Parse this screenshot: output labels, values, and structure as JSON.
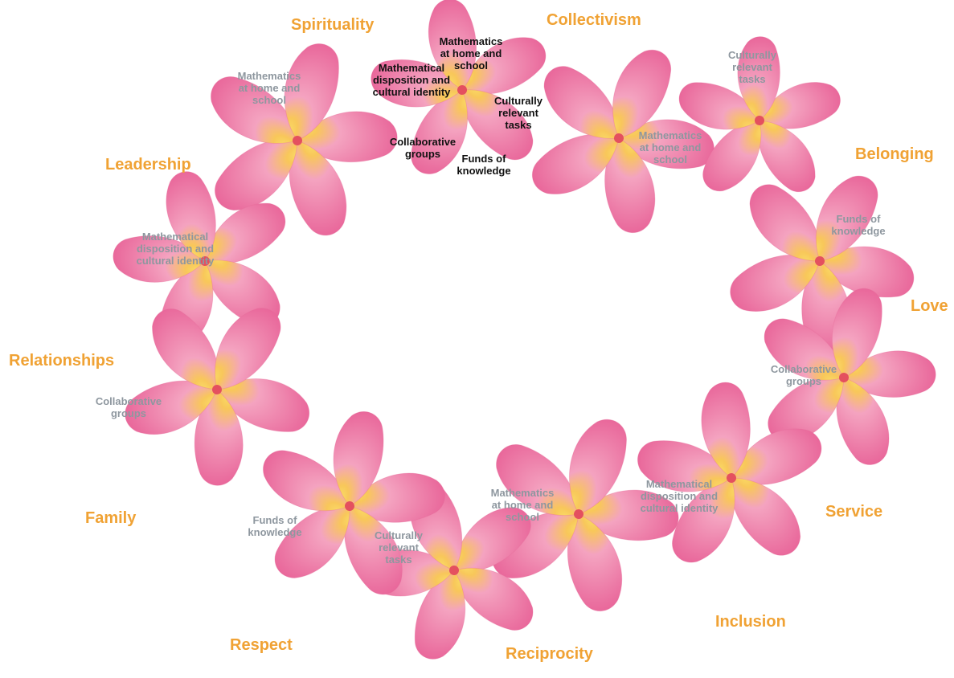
{
  "colors": {
    "value_text": "#f0a234",
    "flower_label": "#8e979f",
    "flower_label_dark": "#111111",
    "petal": "#ee8aae",
    "petal_center": "#f7d04e"
  },
  "values": {
    "spirituality": "Spirituality",
    "collectivism": "Collectivism",
    "belonging": "Belonging",
    "leadership": "Leadership",
    "love": "Love",
    "relationships": "Relationships",
    "service": "Service",
    "family": "Family",
    "inclusion": "Inclusion",
    "respect": "Respect",
    "reciprocity": "Reciprocity"
  },
  "flowers": {
    "f1": "Mathematics\nat home and\nschool",
    "f2a": "Mathematics\nat home and\nschool",
    "f2b": "Mathematical\ndisposition and\ncultural identity",
    "f2c": "Culturally\nrelevant\ntasks",
    "f2d": "Collaborative\ngroups",
    "f2e": "Funds of\nknowledge",
    "f3": "Mathematics\nat home and\nschool",
    "f4": "Culturally\nrelevant\ntasks",
    "f5": "Funds of\nknowledge",
    "f6": "Mathematical\ndisposition and\ncultural identity",
    "f7": "Collaborative\ngroups",
    "f8": "Collaborative\ngroups",
    "f9": "Mathematical\ndisposition and\ncultural identity",
    "f10": "Mathematics\nat home and\nschool",
    "f11": "Culturally\nrelevant\ntasks",
    "f12": "Funds of\nknowledge"
  }
}
